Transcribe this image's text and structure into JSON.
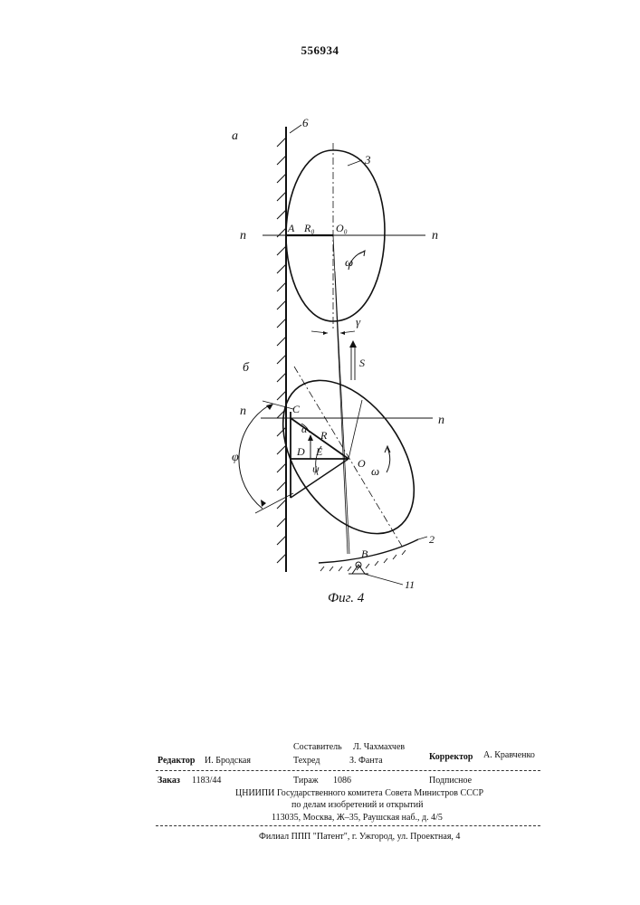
{
  "header": {
    "patent_number": "556934"
  },
  "figure": {
    "caption": "Фиг. 4",
    "section_a": "а",
    "section_b": "б",
    "ref_wall": "6",
    "ref_cam": "3",
    "ref_support": "2",
    "ref_pivot": "11",
    "line_n": "n",
    "point_A": "A",
    "label_R0": "R₀",
    "point_O0": "O₀",
    "omega": "ω",
    "gamma": "γ",
    "ref_S": "S",
    "point_C": "C",
    "alpha": "α",
    "label_R": "R",
    "point_D": "D",
    "point_E": "E",
    "psi": "ψ",
    "point_O": "O",
    "point_B": "B",
    "phi": "φ"
  },
  "imprint": {
    "compiler_label": "Составитель",
    "compiler_name": "Л. Чахмахчев",
    "editor_label": "Редактор",
    "editor_name": "И. Бродская",
    "techred_label": "Техред",
    "techred_name": "З. Фанта",
    "corrector_label": "Корректор",
    "corrector_name": "А. Кравченко",
    "order_label": "Заказ",
    "order_value": "1183/44",
    "print_run_label": "Тираж",
    "print_run_value": "1086",
    "subscription": "Подписное",
    "org_line1": "ЦНИИПИ Государственного комитета Совета Министров СССР",
    "org_line2": "по делам изобретений и открытий",
    "address": "113035, Москва, Ж–35, Раушская наб., д. 4/5",
    "branch": "Филиал ППП \"Патент\", г. Ужгород, ул. Проектная, 4"
  }
}
